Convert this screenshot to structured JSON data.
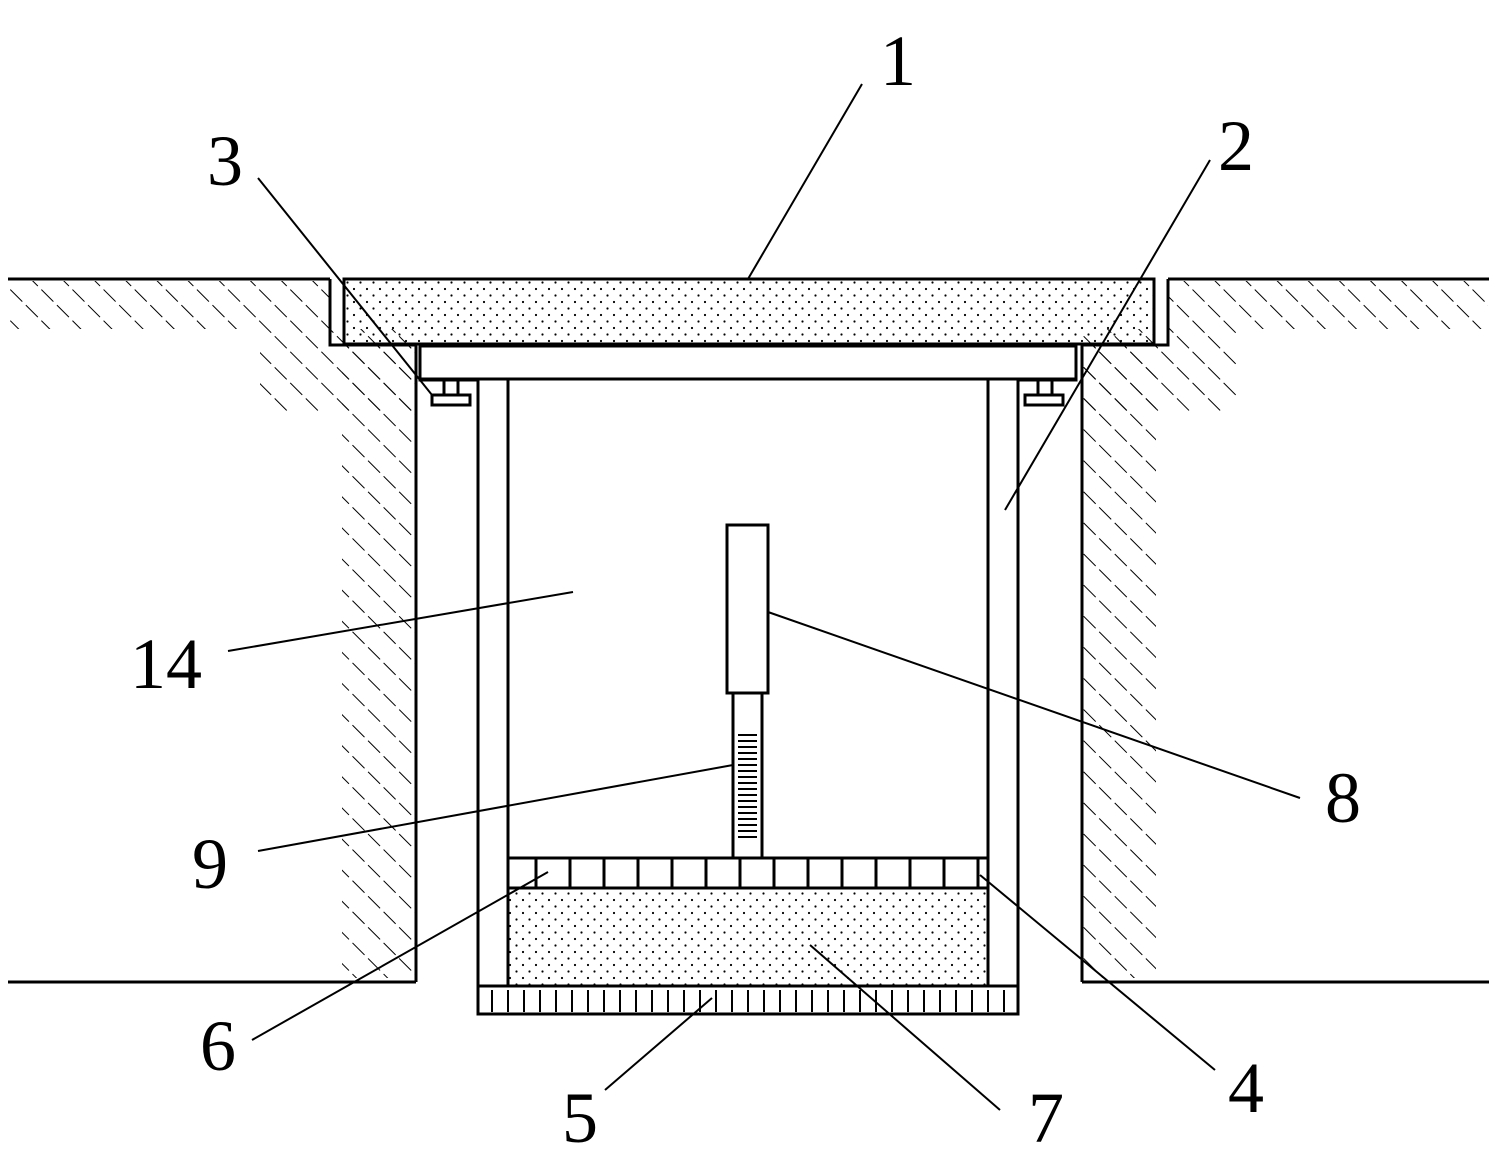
{
  "diagram": {
    "labels": [
      {
        "id": "1",
        "text": "1"
      },
      {
        "id": "2",
        "text": "2"
      },
      {
        "id": "3",
        "text": "3"
      },
      {
        "id": "4",
        "text": "4"
      },
      {
        "id": "5",
        "text": "5"
      },
      {
        "id": "6",
        "text": "6"
      },
      {
        "id": "7",
        "text": "7"
      },
      {
        "id": "8",
        "text": "8"
      },
      {
        "id": "9",
        "text": "9"
      },
      {
        "id": "14",
        "text": "14"
      }
    ],
    "colors": {
      "stroke": "#000000",
      "background": "#ffffff"
    }
  }
}
